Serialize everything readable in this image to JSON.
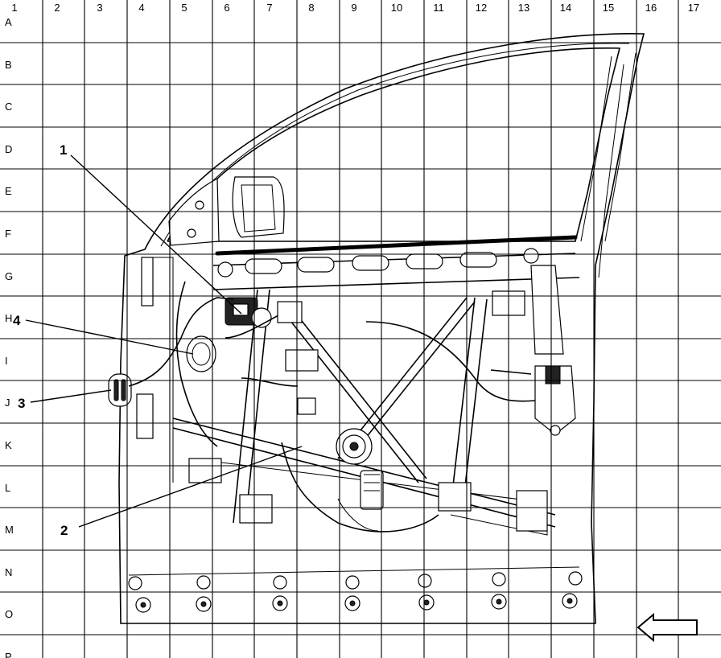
{
  "grid": {
    "columns": [
      "1",
      "2",
      "3",
      "4",
      "5",
      "6",
      "7",
      "8",
      "9",
      "10",
      "11",
      "12",
      "13",
      "14",
      "15",
      "16",
      "17"
    ],
    "rows": [
      "A",
      "B",
      "C",
      "D",
      "E",
      "F",
      "G",
      "H",
      "I",
      "J",
      "K",
      "L",
      "M",
      "N",
      "O",
      "P"
    ]
  },
  "callouts": [
    {
      "id": "callout-1",
      "label": "1"
    },
    {
      "id": "callout-2",
      "label": "2"
    },
    {
      "id": "callout-3",
      "label": "3"
    },
    {
      "id": "callout-4",
      "label": "4"
    }
  ],
  "orientation_icon": "left-arrow-icon"
}
